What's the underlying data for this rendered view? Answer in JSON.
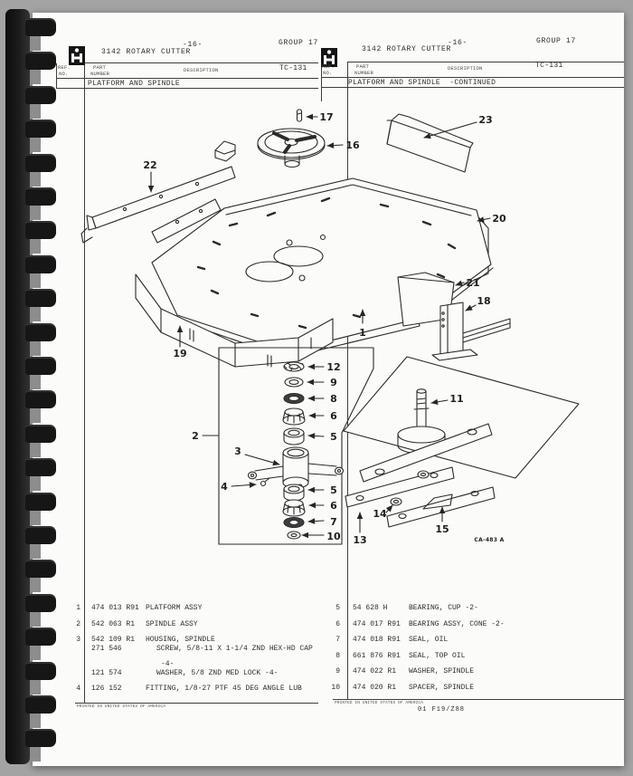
{
  "left_page": {
    "header": {
      "logo_icon": "ih-logo",
      "title": "3142 ROTARY CUTTER",
      "page_number": "-16-",
      "group": "GROUP 17",
      "form_code": "TC-131",
      "col_ref_line1": "REF.",
      "col_ref_line2": "NO.",
      "col_part_line1": "PART",
      "col_part_line2": "NUMBER",
      "col_description": "DESCRIPTION"
    },
    "section_title": "PLATFORM AND SPINDLE",
    "parts": [
      {
        "ref": "1",
        "number": "474 013 R91",
        "description": "PLATFORM ASSY",
        "style": "main"
      },
      {
        "ref": "2",
        "number": "542 063 R1",
        "description": "SPINDLE ASSY",
        "style": "main"
      },
      {
        "ref": "3",
        "number": "542 109 R1",
        "description": "HOUSING, SPINDLE",
        "style": "main"
      },
      {
        "ref": "",
        "number": "271 546",
        "description": "SCREW, 5/8-11 X 1-1/4 ZND HEX-HD CAP",
        "style": "sub"
      },
      {
        "ref": "",
        "number": "",
        "description": "-4-",
        "style": "cont"
      },
      {
        "ref": "",
        "number": "121 574",
        "description": "WASHER, 5/8 ZND MED LOCK -4-",
        "style": "sub"
      },
      {
        "ref": "4",
        "number": "126 152",
        "description": "FITTING, 1/8-27 PTF 45 DEG ANGLE LUB",
        "style": "main"
      }
    ],
    "footer": "PRINTED IN UNITED STATES OF AMERICA"
  },
  "right_page": {
    "header": {
      "logo_icon": "ih-logo",
      "title": "3142 ROTARY CUTTER",
      "page_number": "-16-",
      "group": "GROUP 17",
      "form_code": "TC-131",
      "col_ref_line1": "REF.",
      "col_ref_line2": "NO.",
      "col_part_line1": "PART",
      "col_part_line2": "NUMBER",
      "col_description": "DESCRIPTION"
    },
    "section_title": "PLATFORM AND SPINDLE  -CONTINUED",
    "parts": [
      {
        "ref": "5",
        "number": "54 628 H",
        "description": "BEARING, CUP -2-",
        "style": "main"
      },
      {
        "ref": "6",
        "number": "474 017 R91",
        "description": "BEARING ASSY, CONE -2-",
        "style": "main"
      },
      {
        "ref": "7",
        "number": "474 018 R91",
        "description": "SEAL, OIL",
        "style": "main"
      },
      {
        "ref": "8",
        "number": "661 876 R91",
        "description": "SEAL, TOP OIL",
        "style": "main"
      },
      {
        "ref": "9",
        "number": "474 022 R1",
        "description": "WASHER, SPINDLE",
        "style": "main"
      },
      {
        "ref": "10",
        "number": "474 020 R1",
        "description": "SPACER, SPINDLE",
        "style": "main"
      }
    ],
    "footer": "PRINTED IN UNITED STATES OF AMERICA",
    "doc_code": "01 F19/Z88"
  },
  "diagram": {
    "figure_code": "CA-483 A",
    "callouts": {
      "n1": "1",
      "n2": "2",
      "n3": "3",
      "n4": "4",
      "n5": "5",
      "n6": "6",
      "n7": "7",
      "n8": "8",
      "n9": "9",
      "n10": "10",
      "n11": "11",
      "n12": "12",
      "n13": "13",
      "n14": "14",
      "n15": "15",
      "n16": "16",
      "n17": "17",
      "n18": "18",
      "n19": "19",
      "n20": "20",
      "n21": "21",
      "n22": "22",
      "n23": "23"
    }
  }
}
